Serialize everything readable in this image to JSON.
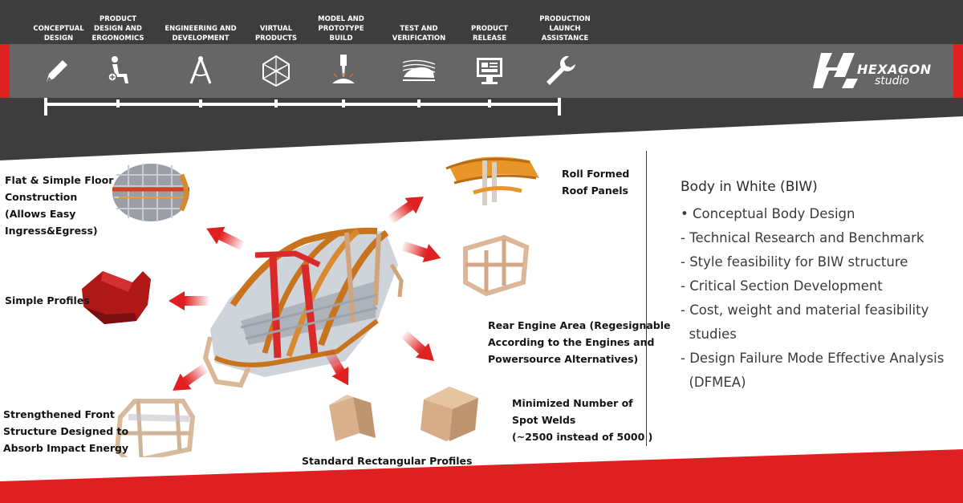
{
  "phases": [
    {
      "label": "CONCEPTUAL\nDESIGN",
      "icon": "pen-icon"
    },
    {
      "label": "PRODUCT\nDESIGN AND\nERGONOMICS",
      "icon": "seated-person-icon"
    },
    {
      "label": "ENGINEERING AND\nDEVELOPMENT",
      "icon": "drafting-compass-icon"
    },
    {
      "label": "VIRTUAL\nPRODUCTS",
      "icon": "wireframe-polyhedron-icon"
    },
    {
      "label": "MODEL AND\nPROTOTYPE\nBUILD",
      "icon": "milling-tool-icon"
    },
    {
      "label": "TEST AND\nVERIFICATION",
      "icon": "wind-tunnel-car-icon"
    },
    {
      "label": "PRODUCT\nRELEASE",
      "icon": "monitor-icon"
    },
    {
      "label": "PRODUCTION\nLAUNCH\nASSISTANCE",
      "icon": "wrench-icon"
    }
  ],
  "logo": {
    "line1": "HEXAGON",
    "line2": "studio",
    "icon": "hexagon-studio-logo-icon"
  },
  "callouts": {
    "floor": "Flat & Simple Floor\nConstruction\n(Allows Easy\nIngress&Egress)",
    "profiles": "Simple Profiles",
    "front": "Strengthened Front\nStructure Designed to\nAbsorb Impact Energy",
    "rectangular": "Standard Rectangular Profiles",
    "roof": "Roll Formed\nRoof Panels",
    "rear_engine": "Rear Engine Area (Regesignable\nAccording to the Engines and\nPowersource Alternatives)",
    "spot_welds": "Minimized Number of\nSpot Welds\n(~2500 instead of 5000 )"
  },
  "biw": {
    "title": "Body in White (BIW)",
    "items": [
      "• Conceptual Body Design",
      "- Technical Research and Benchmark",
      "- Style feasibility for BIW structure",
      "- Critical Section Development",
      "- Cost, weight and material feasibility\n  studies",
      "- Design Failure Mode Effective Analysis\n  (DFMEA)"
    ]
  },
  "colors": {
    "dark_band": "#3d3d3d",
    "mid_band": "#666666",
    "accent_red": "#e02020",
    "frame_orange": "#c8731e",
    "frame_tan": "#d9b896"
  }
}
